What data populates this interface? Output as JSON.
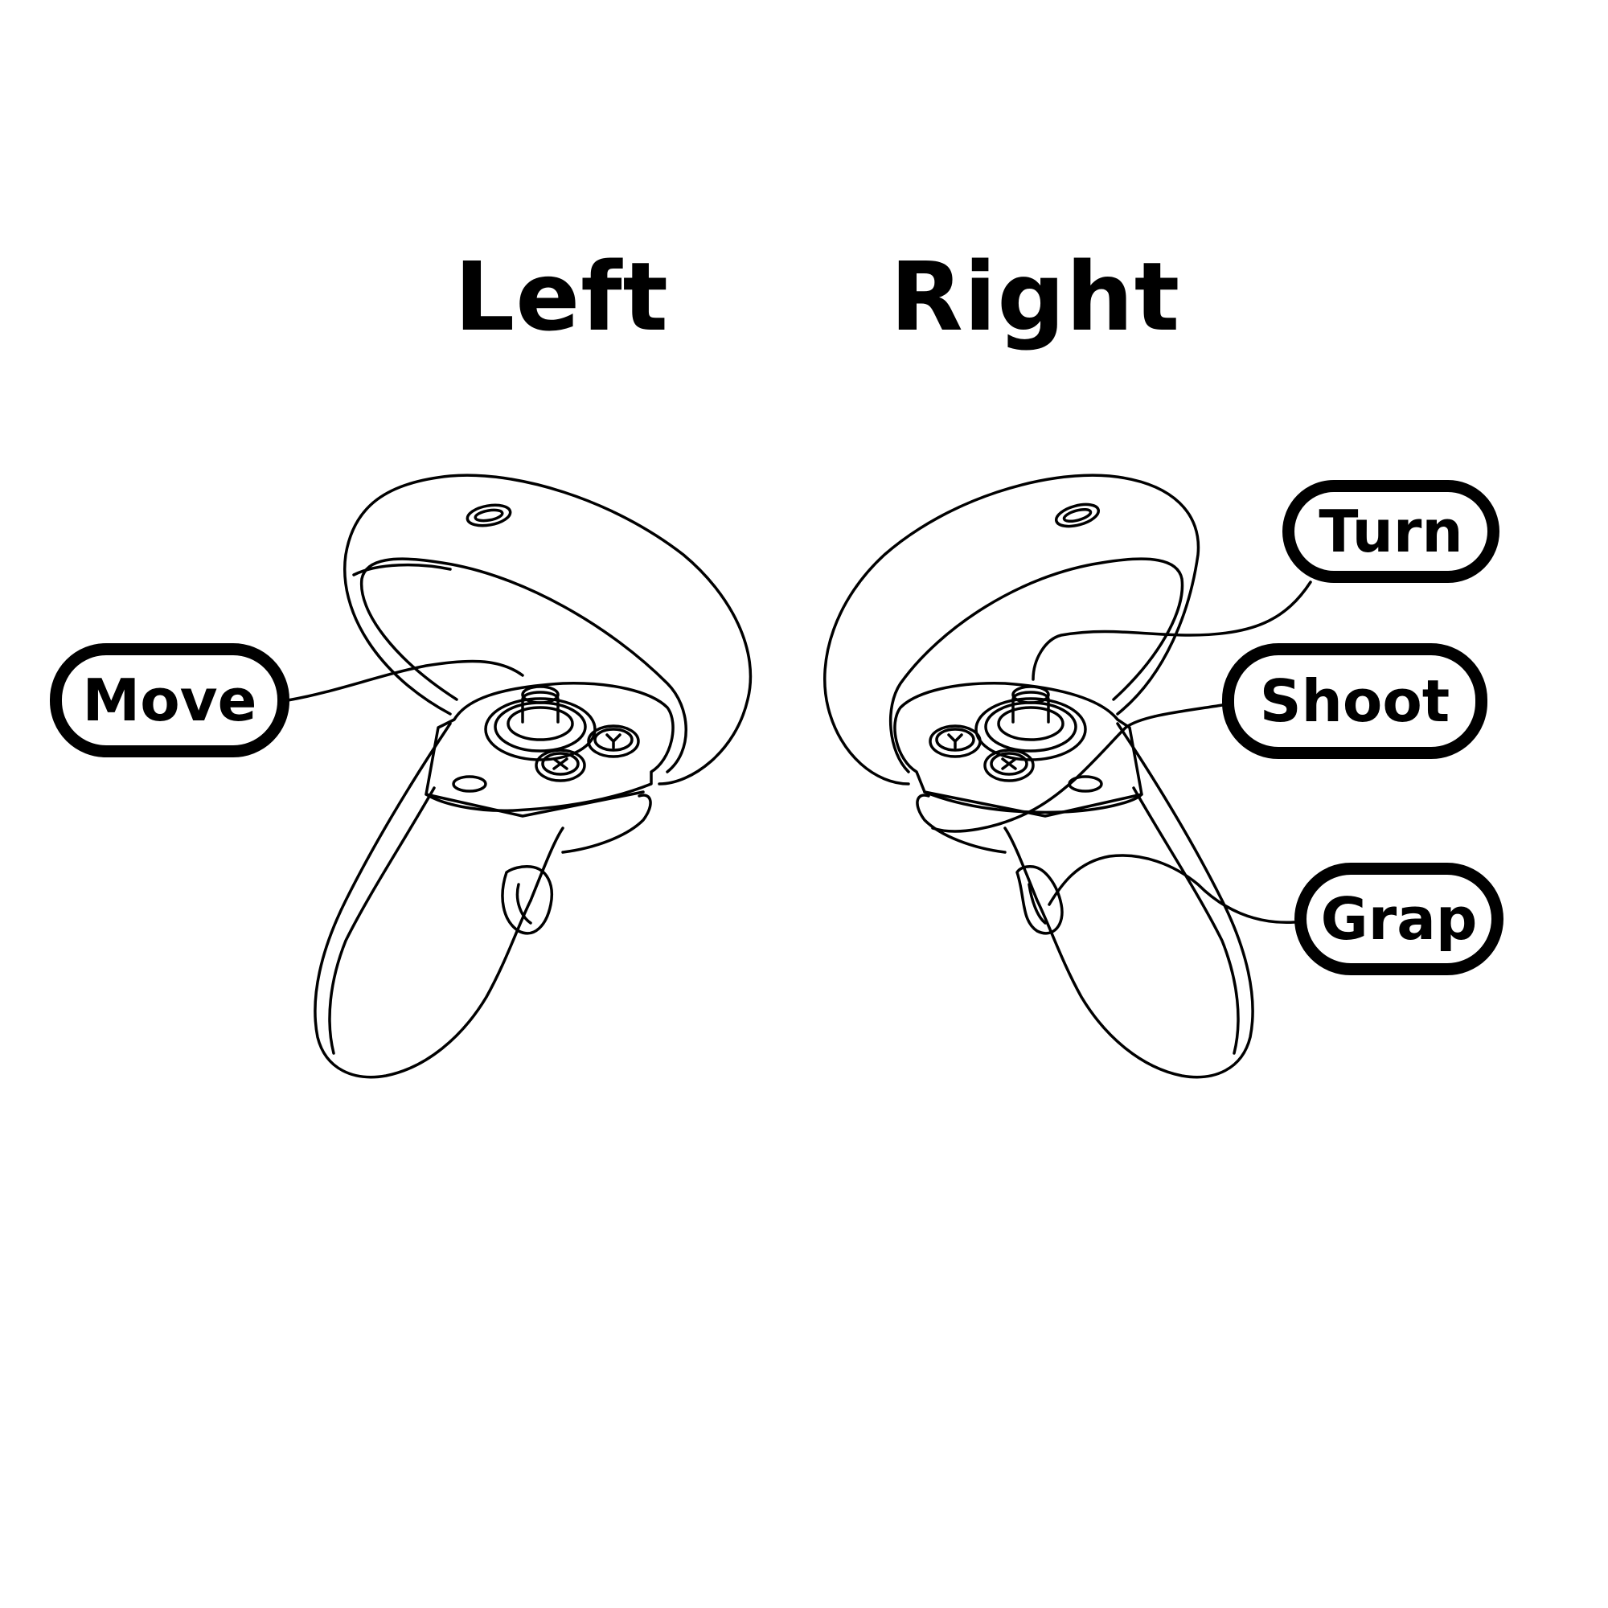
{
  "headings": {
    "left": "Left",
    "right": "Right"
  },
  "labels": {
    "move": "Move",
    "turn": "Turn",
    "shoot": "Shoot",
    "grap": "Grap"
  },
  "colors": {
    "line": "#000000",
    "background": "#ffffff"
  }
}
